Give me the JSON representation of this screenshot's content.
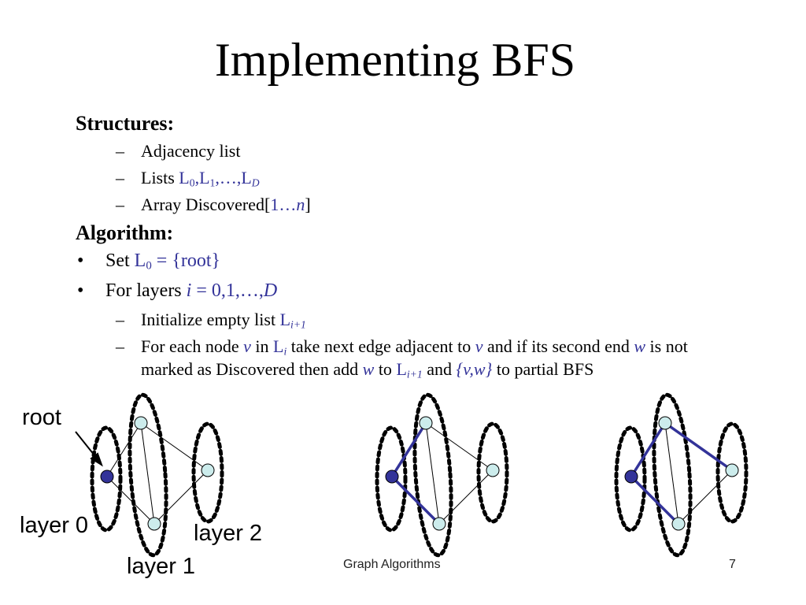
{
  "slide": {
    "title": "Implementing BFS",
    "structures": {
      "heading": "Structures:",
      "items": [
        {
          "dash": "–",
          "text": "Adjacency list"
        },
        {
          "dash": "–",
          "lists_prefix": "Lists ",
          "l": "L",
          "sub0": "0",
          "comma1": ",L",
          "sub1": "1",
          "rest": ",…,L",
          "subD": "D"
        },
        {
          "dash": "–",
          "prefix": "Array Discovered[",
          "range": "1…",
          "n": "n",
          "close": "]"
        }
      ]
    },
    "algorithm": {
      "heading": "Algorithm:",
      "bullet1": {
        "dot": "•",
        "prefix": "Set ",
        "l": "L",
        "sub": "0",
        "rest": " = {root}"
      },
      "bullet2": {
        "dot": "•",
        "prefix": "For layers ",
        "i": "i",
        "rest": " = 0,1,…,",
        "d": "D"
      },
      "sub1": {
        "dash": "–",
        "prefix": "Initialize empty list ",
        "l": "L",
        "sub": "i+1"
      },
      "sub2": {
        "dash": "–",
        "p1": "For each node ",
        "v": "v",
        "p2": " in ",
        "l": "L",
        "li": "i",
        "p3": " take next edge adjacent to ",
        "v2": "v",
        "p4": " and if its second end ",
        "w": "w",
        "p5": " is not",
        "p6": "marked as Discovered then add ",
        "w2": "w",
        "p7": " to ",
        "l2": "L",
        "li2": "i+1",
        "p8": " and ",
        "edge": "{v,w}",
        "p9": " to partial BFS"
      }
    },
    "diagram_labels": {
      "root": "root",
      "layer0": "layer 0",
      "layer1": "layer 1",
      "layer2": "layer 2"
    },
    "footer": {
      "center": "Graph Algorithms",
      "page": "7"
    },
    "colors": {
      "highlight": "#333399",
      "root_node": "#333399",
      "node_fill": "#ccecec",
      "ellipse": "#000000"
    }
  }
}
